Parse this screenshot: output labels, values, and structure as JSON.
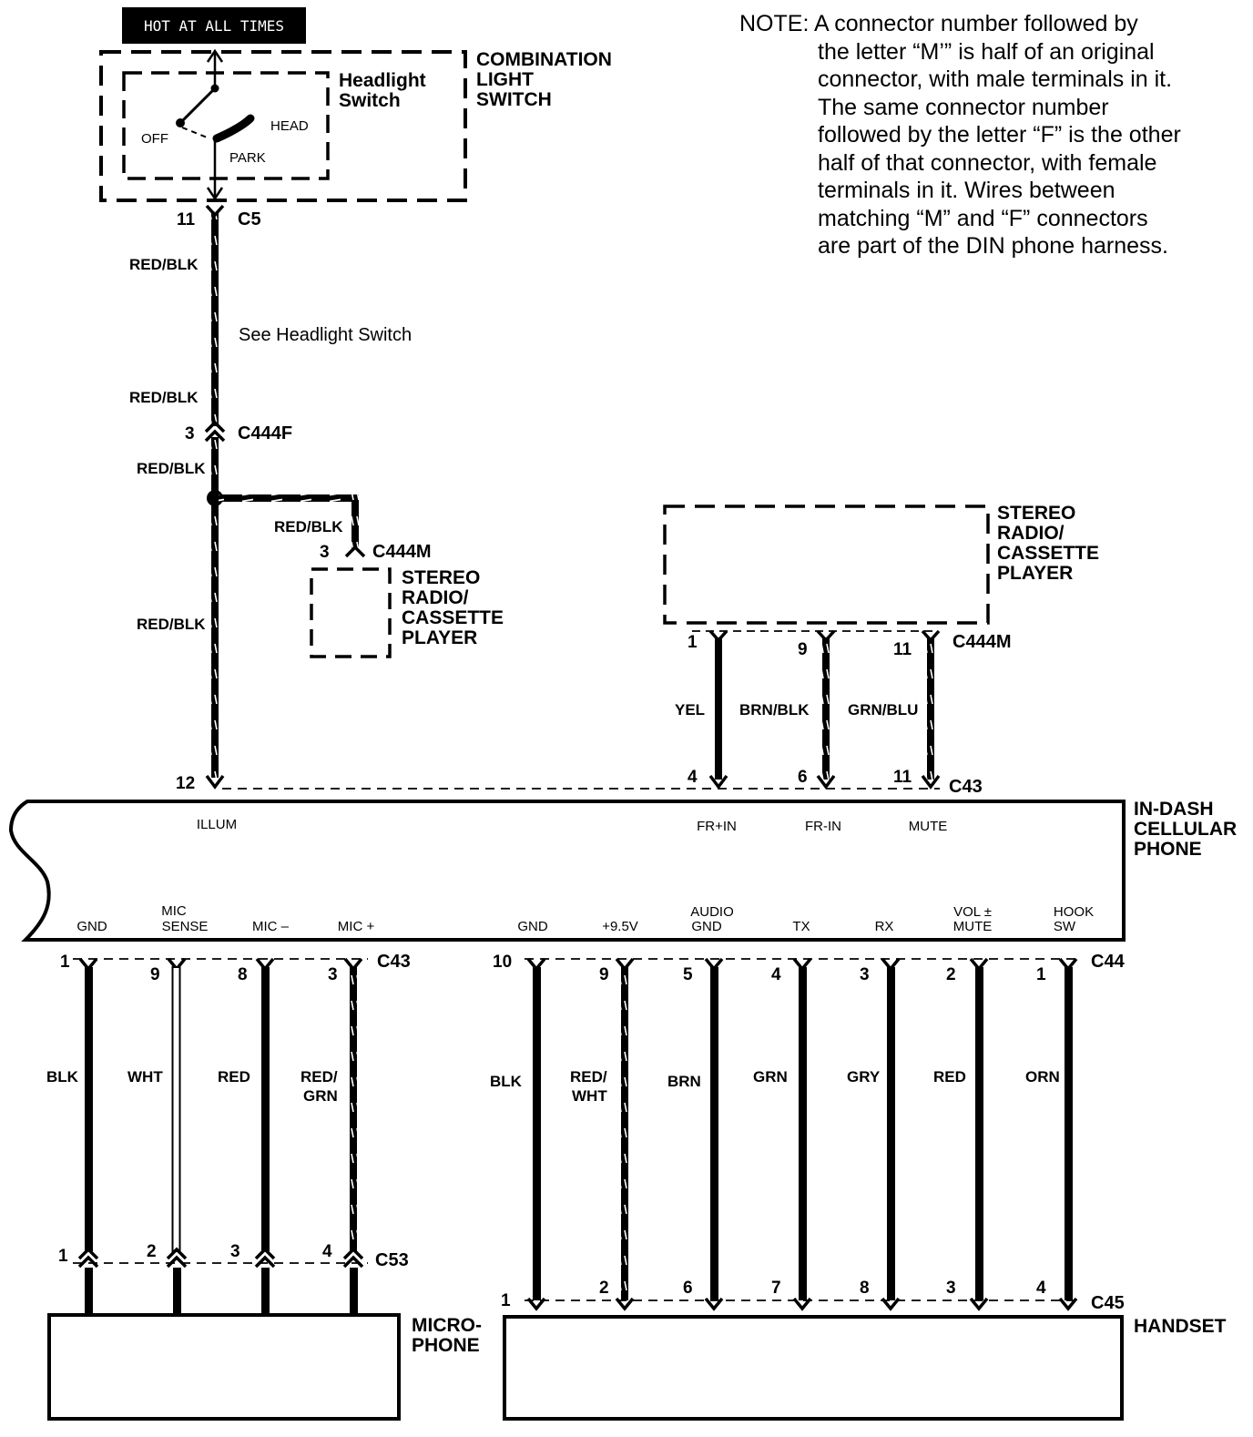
{
  "hot_label": "HOT AT ALL TIMES",
  "note_lines": [
    "NOTE: A connector number followed by",
    "the letter “M’” is half of an original",
    "connector, with male terminals in it.",
    "The same connector number",
    "followed by the letter “F” is the other",
    "half of that connector, with female",
    "terminals in it. Wires between",
    "matching “M” and “F” connectors",
    "are part of the DIN phone harness."
  ],
  "combination_switch": {
    "title_lines": [
      "COMBINATION",
      "LIGHT",
      "SWITCH"
    ],
    "inner_lines": [
      "Headlight",
      "Switch"
    ],
    "positions": {
      "off": "OFF",
      "park": "PARK",
      "head": "HEAD"
    }
  },
  "connectors": {
    "c5": "C5",
    "c444f": "C444F",
    "c444m": "C444M",
    "c43": "C43",
    "c44": "C44",
    "c53": "C53",
    "c45": "C45"
  },
  "illum_circuit": {
    "pin_c5": "11",
    "pin_c444f": "3",
    "pin_c444m": "3",
    "pin_c43": "12",
    "wire_color": "RED/BLK",
    "see_note": "See Headlight Switch"
  },
  "radio_left": {
    "lines": [
      "STEREO",
      "RADIO/",
      "CASSETTE",
      "PLAYER"
    ]
  },
  "radio_right": {
    "lines": [
      "STEREO",
      "RADIO/",
      "CASSETTE",
      "PLAYER"
    ]
  },
  "radio_wires": [
    {
      "pin_top": "1",
      "pin_bottom": "4",
      "color": "YEL",
      "function": "FR+IN"
    },
    {
      "pin_top": "9",
      "pin_bottom": "6",
      "color": "BRN/BLK",
      "function": "FR-IN"
    },
    {
      "pin_top": "11",
      "pin_bottom": "11",
      "color": "GRN/BLU",
      "function": "MUTE"
    }
  ],
  "phone": {
    "title_lines": [
      "IN-DASH",
      "CELLULAR",
      "PHONE"
    ],
    "illum_function": "ILLUM"
  },
  "mic_wires": [
    {
      "function_lines": [
        "GND"
      ],
      "pin_top": "1",
      "color_lines": [
        "BLK"
      ],
      "pin_bottom": "1"
    },
    {
      "function_lines": [
        "MIC",
        "SENSE"
      ],
      "pin_top": "9",
      "color_lines": [
        "WHT"
      ],
      "pin_bottom": "2"
    },
    {
      "function_lines": [
        "MIC –"
      ],
      "pin_top": "8",
      "color_lines": [
        "RED"
      ],
      "pin_bottom": "3"
    },
    {
      "function_lines": [
        "MIC +"
      ],
      "pin_top": "3",
      "color_lines": [
        "RED/",
        "GRN"
      ],
      "pin_bottom": "4"
    }
  ],
  "handset_wires": [
    {
      "function_lines": [
        "GND"
      ],
      "pin_top": "10",
      "color_lines": [
        "BLK"
      ],
      "pin_bottom": "1"
    },
    {
      "function_lines": [
        "+9.5V"
      ],
      "pin_top": "9",
      "color_lines": [
        "RED/",
        "WHT"
      ],
      "pin_bottom": "2"
    },
    {
      "function_lines": [
        "AUDIO",
        "GND"
      ],
      "pin_top": "5",
      "color_lines": [
        "BRN"
      ],
      "pin_bottom": "6"
    },
    {
      "function_lines": [
        "TX"
      ],
      "pin_top": "4",
      "color_lines": [
        "GRN"
      ],
      "pin_bottom": "7"
    },
    {
      "function_lines": [
        "RX"
      ],
      "pin_top": "3",
      "color_lines": [
        "GRY"
      ],
      "pin_bottom": "8"
    },
    {
      "function_lines": [
        "VOL ±",
        "MUTE"
      ],
      "pin_top": "2",
      "color_lines": [
        "RED"
      ],
      "pin_bottom": "3"
    },
    {
      "function_lines": [
        "HOOK",
        "SW"
      ],
      "pin_top": "1",
      "color_lines": [
        "ORN"
      ],
      "pin_bottom": "4"
    }
  ],
  "microphone": {
    "lines": [
      "MICRO-",
      "PHONE"
    ]
  },
  "handset": {
    "lines": [
      "HANDSET"
    ]
  }
}
